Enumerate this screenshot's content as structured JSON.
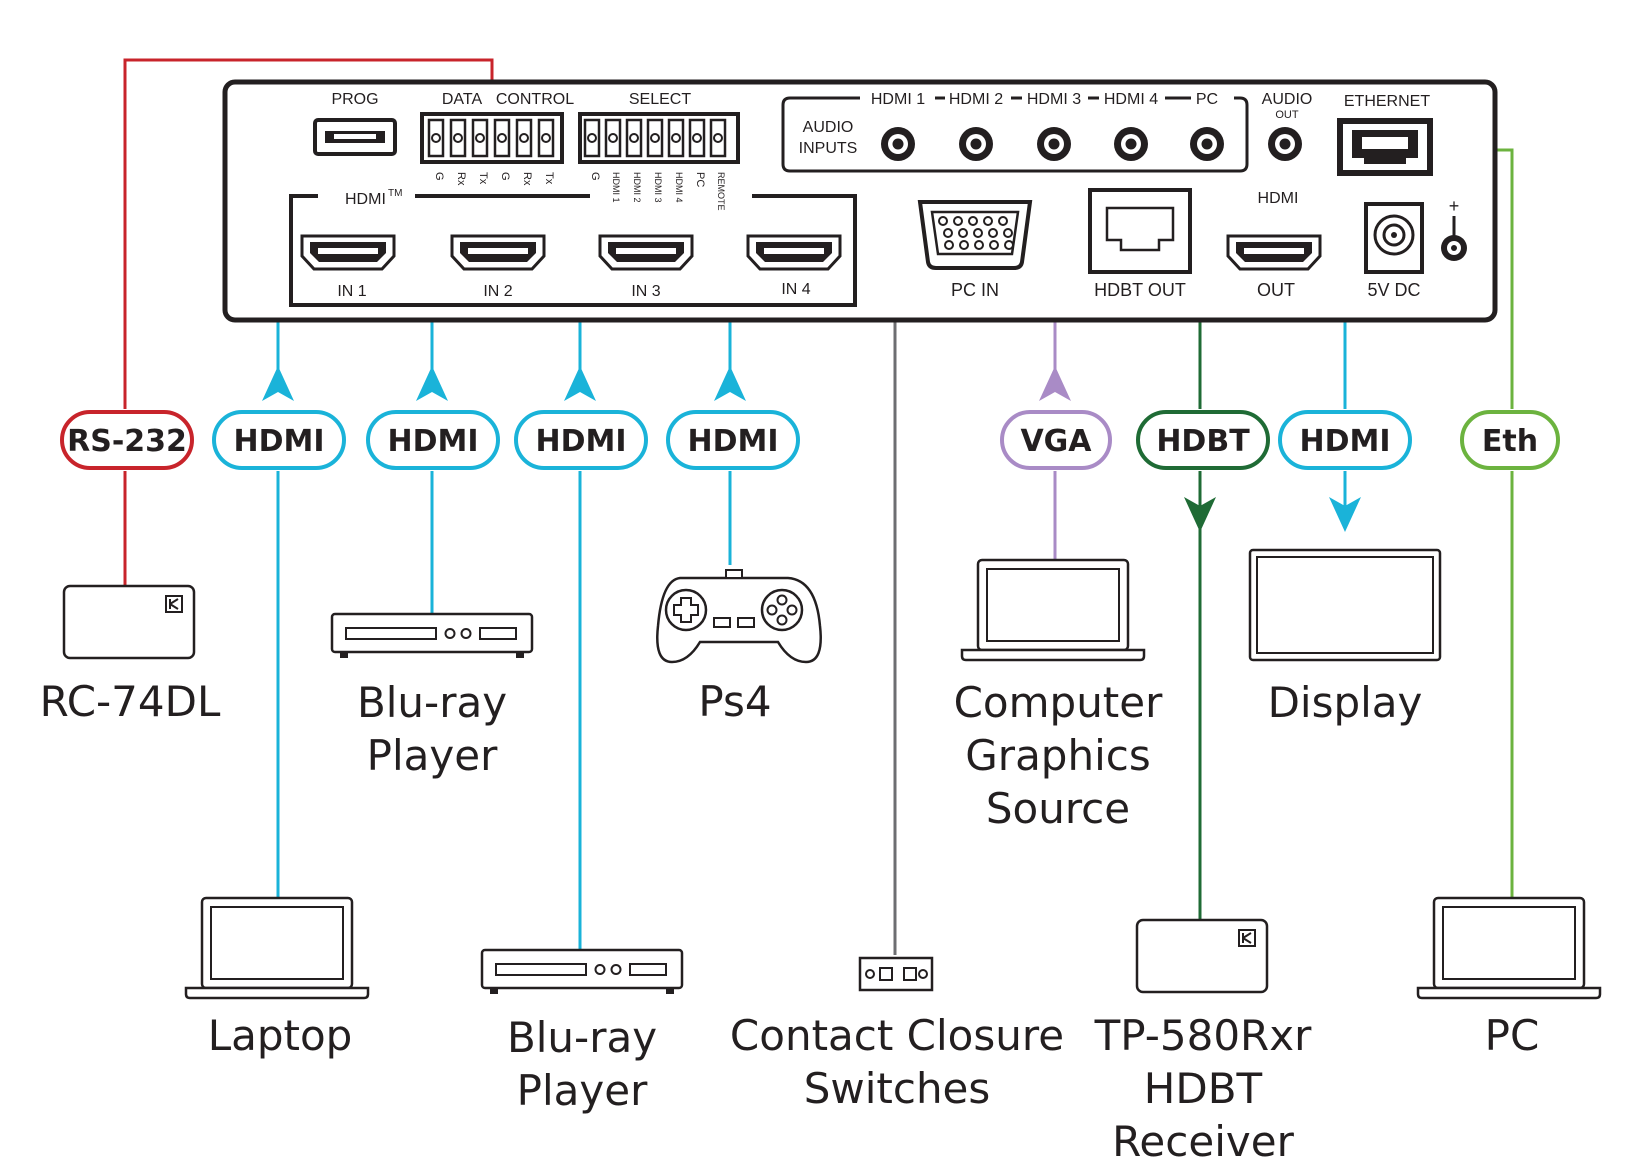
{
  "colors": {
    "hdmi": "#1ab3d9",
    "rs232": "#c8242b",
    "vga": "#a98bc6",
    "hdbt": "#1f6b35",
    "ethernet": "#6cb33f",
    "control": "#6d6e71",
    "panel": "#231f20"
  },
  "panel": {
    "prog": "PROG",
    "data": "DATA",
    "control": "CONTROL",
    "select": "SELECT",
    "audio_inputs": [
      "AUDIO",
      "INPUTS"
    ],
    "audio_jacks": [
      "HDMI 1",
      "HDMI 2",
      "HDMI 3",
      "HDMI 4",
      "PC"
    ],
    "audio_out": [
      "AUDIO",
      "OUT"
    ],
    "ethernet": "ETHERNET",
    "data_pins": [
      "G",
      "Rx",
      "Tx",
      "G",
      "Rx",
      "Tx"
    ],
    "select_pins": [
      "G",
      "HDMI 1",
      "HDMI 2",
      "HDMI 3",
      "HDMI 4",
      "PC",
      "REMOTE"
    ],
    "hdmi_group": "HDMI",
    "hdmi_tm": "TM",
    "inputs": [
      "IN 1",
      "IN 2",
      "IN 3",
      "IN 4"
    ],
    "pc_in": "PC IN",
    "hdbt_out": "HDBT OUT",
    "hdmi_out_top": "HDMI",
    "hdmi_out": "OUT",
    "power": "5V DC",
    "plus": "+"
  },
  "tags": {
    "rs232": "RS-232",
    "hdmi1": "HDMI",
    "hdmi2": "HDMI",
    "hdmi3": "HDMI",
    "hdmi4": "HDMI",
    "vga": "VGA",
    "hdbt": "HDBT",
    "hdmi_out": "HDMI",
    "eth": "Eth"
  },
  "devices": {
    "rc74dl": [
      "RC-74DL"
    ],
    "bluray_top": [
      "Blu-ray",
      "Player"
    ],
    "ps4": [
      "Ps4"
    ],
    "computer": [
      "Computer",
      "Graphics",
      "Source"
    ],
    "display": [
      "Display"
    ],
    "laptop": [
      "Laptop"
    ],
    "bluray_bottom": [
      "Blu-ray",
      "Player"
    ],
    "contact": [
      "Contact Closure",
      "Switches"
    ],
    "receiver": [
      "TP-580Rxr",
      "HDBT",
      "Receiver"
    ],
    "pc": [
      "PC"
    ]
  }
}
